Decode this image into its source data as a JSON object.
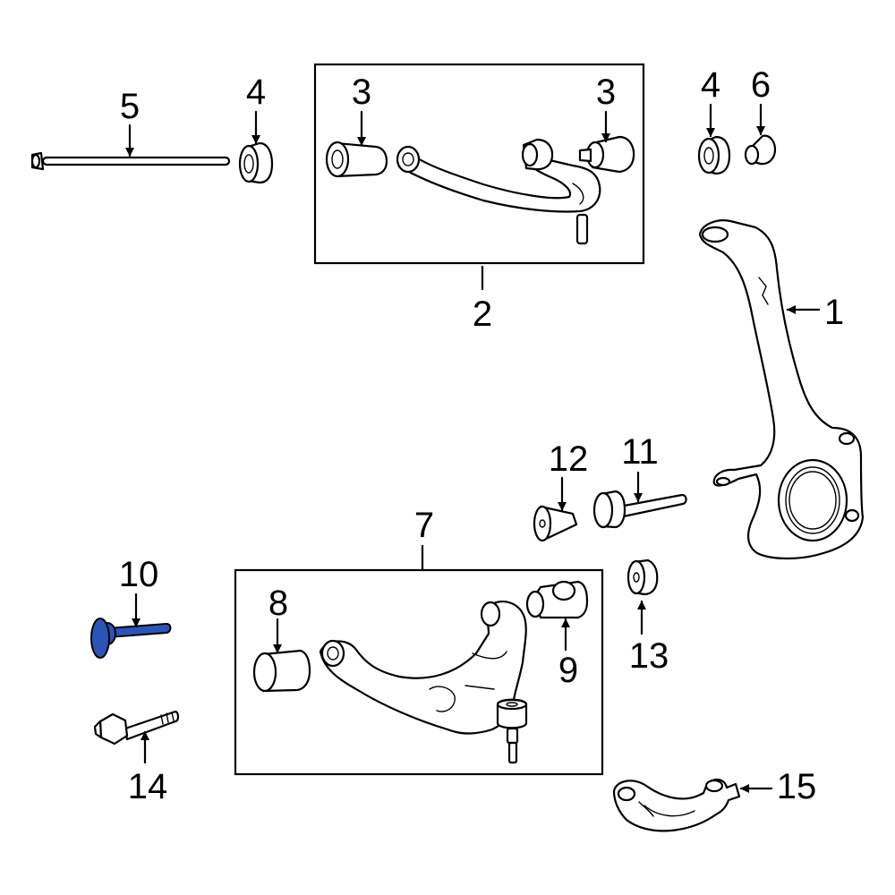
{
  "diagram": {
    "highlight_color": "#2a55b8",
    "highlighted_part": "10",
    "callouts": {
      "c1": "1",
      "c2": "2",
      "c3a": "3",
      "c3b": "3",
      "c4a": "4",
      "c4b": "4",
      "c5": "5",
      "c6": "6",
      "c7": "7",
      "c8": "8",
      "c9": "9",
      "c10": "10",
      "c11": "11",
      "c12": "12",
      "c13": "13",
      "c14": "14",
      "c15": "15"
    }
  }
}
